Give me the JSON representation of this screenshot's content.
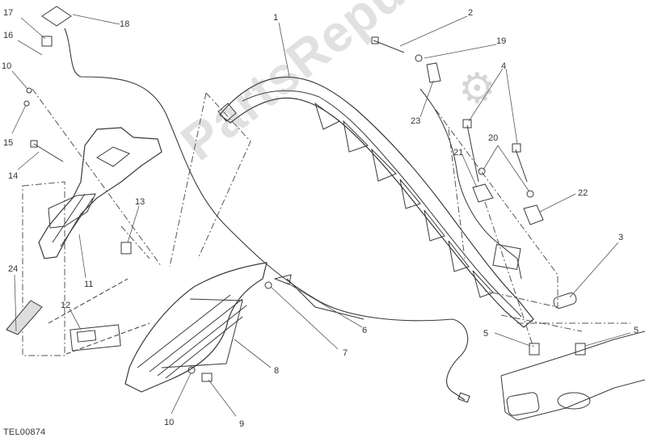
{
  "diagram_code": "TEL00874",
  "watermark_text": "PartsRepublik",
  "watermark_icon": "gear-icon",
  "callouts": [
    {
      "key": "c1",
      "label": "1"
    },
    {
      "key": "c2",
      "label": "2"
    },
    {
      "key": "c19",
      "label": "19"
    },
    {
      "key": "c4",
      "label": "4"
    },
    {
      "key": "c23",
      "label": "23"
    },
    {
      "key": "c21",
      "label": "21"
    },
    {
      "key": "c20",
      "label": "20"
    },
    {
      "key": "c22",
      "label": "22"
    },
    {
      "key": "c3",
      "label": "3"
    },
    {
      "key": "c5a",
      "label": "5"
    },
    {
      "key": "c5b",
      "label": "5"
    },
    {
      "key": "c17",
      "label": "17"
    },
    {
      "key": "c18",
      "label": "18"
    },
    {
      "key": "c16",
      "label": "16"
    },
    {
      "key": "c10a",
      "label": "10"
    },
    {
      "key": "c15",
      "label": "15"
    },
    {
      "key": "c14",
      "label": "14"
    },
    {
      "key": "c13",
      "label": "13"
    },
    {
      "key": "c11",
      "label": "11"
    },
    {
      "key": "c24",
      "label": "24"
    },
    {
      "key": "c12",
      "label": "12"
    },
    {
      "key": "c8",
      "label": "8"
    },
    {
      "key": "c7",
      "label": "7"
    },
    {
      "key": "c6",
      "label": "6"
    },
    {
      "key": "c10b",
      "label": "10"
    },
    {
      "key": "c9",
      "label": "9"
    }
  ]
}
